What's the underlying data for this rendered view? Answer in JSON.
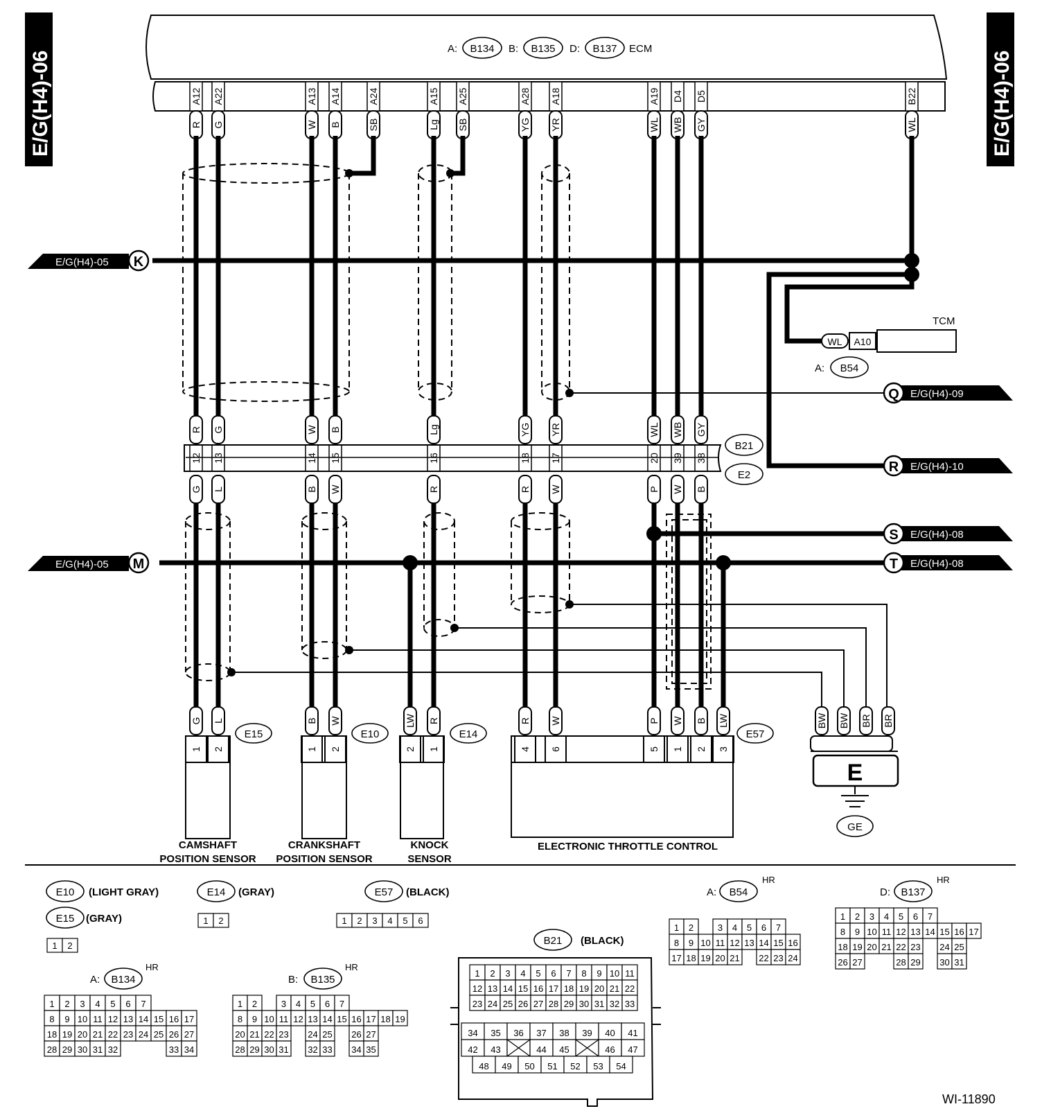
{
  "side_label": "E/G(H4)-06",
  "ecm": {
    "prefix_a": "A:",
    "conn_a": "B134",
    "prefix_b": "B:",
    "conn_b": "B135",
    "prefix_d": "D:",
    "conn_d": "B137",
    "label": "ECM"
  },
  "ecm_pins": [
    {
      "pin": "A12",
      "color": "R"
    },
    {
      "pin": "A22",
      "color": "G"
    },
    {
      "pin": "A13",
      "color": "W"
    },
    {
      "pin": "A14",
      "color": "B"
    },
    {
      "pin": "A24",
      "color": "SB"
    },
    {
      "pin": "A15",
      "color": "Lg"
    },
    {
      "pin": "A25",
      "color": "SB"
    },
    {
      "pin": "A28",
      "color": "YG"
    },
    {
      "pin": "A18",
      "color": "YR"
    },
    {
      "pin": "A19",
      "color": "WL"
    },
    {
      "pin": "D4",
      "color": "WB"
    },
    {
      "pin": "D5",
      "color": "GY"
    },
    {
      "pin": "B22",
      "color": "WL"
    }
  ],
  "joint_pins": [
    {
      "pin": "12",
      "top": "R",
      "bottom": "G"
    },
    {
      "pin": "13",
      "top": "G",
      "bottom": "L"
    },
    {
      "pin": "14",
      "top": "W",
      "bottom": "B"
    },
    {
      "pin": "15",
      "top": "B",
      "bottom": "W"
    },
    {
      "pin": "16",
      "top": "Lg",
      "bottom": "R"
    },
    {
      "pin": "18",
      "top": "YG",
      "bottom": "R"
    },
    {
      "pin": "17",
      "top": "YR",
      "bottom": "W"
    },
    {
      "pin": "20",
      "top": "WL",
      "bottom": "P"
    },
    {
      "pin": "39",
      "top": "WB",
      "bottom": "W"
    },
    {
      "pin": "38",
      "top": "GY",
      "bottom": "B"
    }
  ],
  "joint_conn_top": "B21",
  "joint_conn_bottom": "E2",
  "connections": {
    "k": {
      "letter": "K",
      "label": "E/G(H4)-05"
    },
    "m": {
      "letter": "M",
      "label": "E/G(H4)-05"
    },
    "q": {
      "letter": "Q",
      "label": "E/G(H4)-09"
    },
    "r": {
      "letter": "R",
      "label": "E/G(H4)-10"
    },
    "s": {
      "letter": "S",
      "label": "E/G(H4)-08"
    },
    "t": {
      "letter": "T",
      "label": "E/G(H4)-08"
    }
  },
  "tcm": {
    "label": "TCM",
    "wire": "WL",
    "pin": "A10",
    "prefix": "A:",
    "conn": "B54"
  },
  "sensors": {
    "cam": {
      "conn": "E15",
      "pins": [
        "1",
        "2"
      ],
      "wires": [
        "G",
        "L"
      ],
      "line1": "CAMSHAFT",
      "line2": "POSITION SENSOR"
    },
    "crank": {
      "conn": "E10",
      "pins": [
        "1",
        "2"
      ],
      "wires": [
        "B",
        "W"
      ],
      "line1": "CRANKSHAFT",
      "line2": "POSITION SENSOR"
    },
    "knock": {
      "conn": "E14",
      "pins": [
        "2",
        "1"
      ],
      "wires": [
        "LW",
        "R"
      ],
      "line1": "KNOCK",
      "line2": "SENSOR"
    },
    "etc": {
      "conn": "E57",
      "pins": [
        "4",
        "6",
        "5",
        "1",
        "2",
        "3"
      ],
      "wires": [
        "R",
        "W",
        "P",
        "W",
        "B",
        "LW"
      ],
      "line1": "ELECTRONIC THROTTLE CONTROL"
    }
  },
  "ground": {
    "wires": [
      "BW",
      "BW",
      "BR",
      "BR"
    ],
    "letter": "E",
    "label": "GE"
  },
  "legend": {
    "e10": {
      "conn": "E10",
      "desc": "(LIGHT GRAY)"
    },
    "e15": {
      "conn": "E15",
      "desc": "(GRAY)",
      "cells": [
        "1",
        "2"
      ]
    },
    "e14": {
      "conn": "E14",
      "desc": "(GRAY)",
      "cells": [
        "1",
        "2"
      ]
    },
    "e57": {
      "conn": "E57",
      "desc": "(BLACK)",
      "cells": [
        "1",
        "2",
        "3",
        "4",
        "5",
        "6"
      ]
    },
    "b54": {
      "prefix": "A:",
      "conn": "B54",
      "sup": "HR",
      "rows": [
        [
          "1",
          "2",
          "",
          "3",
          "4",
          "5",
          "6",
          "7"
        ],
        [
          "8",
          "9",
          "10",
          "11",
          "12",
          "13",
          "14",
          "15",
          "16"
        ],
        [
          "17",
          "18",
          "19",
          "20",
          "21",
          "",
          "22",
          "23",
          "24"
        ]
      ]
    },
    "b137": {
      "prefix": "D:",
      "conn": "B137",
      "sup": "HR",
      "rows": [
        [
          "1",
          "2",
          "3",
          "4",
          "5",
          "6",
          "7"
        ],
        [
          "8",
          "9",
          "10",
          "11",
          "12",
          "13",
          "14",
          "15",
          "16",
          "17"
        ],
        [
          "18",
          "19",
          "20",
          "21",
          "22",
          "23",
          "",
          "24",
          "25"
        ],
        [
          "26",
          "27",
          "",
          "",
          "28",
          "29",
          "",
          "30",
          "31"
        ]
      ]
    },
    "b134": {
      "prefix": "A:",
      "conn": "B134",
      "sup": "HR",
      "rows": [
        [
          "1",
          "2",
          "3",
          "4",
          "5",
          "6",
          "7"
        ],
        [
          "8",
          "9",
          "10",
          "11",
          "12",
          "13",
          "14",
          "15",
          "16",
          "17"
        ],
        [
          "18",
          "19",
          "20",
          "21",
          "22",
          "23",
          "24",
          "25",
          "26",
          "27"
        ],
        [
          "28",
          "29",
          "30",
          "31",
          "32",
          "",
          "",
          "",
          "33",
          "34"
        ]
      ]
    },
    "b135": {
      "prefix": "B:",
      "conn": "B135",
      "sup": "HR",
      "rows": [
        [
          "1",
          "2",
          "",
          "3",
          "4",
          "5",
          "6",
          "7"
        ],
        [
          "8",
          "9",
          "10",
          "11",
          "12",
          "13",
          "14",
          "15",
          "16",
          "17",
          "18",
          "19"
        ],
        [
          "20",
          "21",
          "22",
          "23",
          "",
          "24",
          "25",
          "",
          "26",
          "27"
        ],
        [
          "28",
          "29",
          "30",
          "31",
          "",
          "32",
          "33",
          "",
          "34",
          "35"
        ]
      ]
    },
    "b21": {
      "conn": "B21",
      "desc": "(BLACK)",
      "rows": [
        [
          "1",
          "2",
          "3",
          "4",
          "5",
          "6",
          "7",
          "8",
          "9",
          "10",
          "11"
        ],
        [
          "12",
          "13",
          "14",
          "15",
          "16",
          "17",
          "18",
          "19",
          "20",
          "21",
          "22"
        ],
        [
          "23",
          "24",
          "25",
          "26",
          "27",
          "28",
          "29",
          "30",
          "31",
          "32",
          "33"
        ]
      ],
      "rows2": [
        [
          "34",
          "35",
          "36",
          "37",
          "38",
          "39",
          "40",
          "41"
        ],
        [
          "42",
          "43",
          "X",
          "44",
          "45",
          "X",
          "46",
          "47"
        ],
        [
          "48",
          "49",
          "50",
          "51",
          "52",
          "53",
          "54"
        ]
      ]
    }
  },
  "figure_id": "WI-11890"
}
